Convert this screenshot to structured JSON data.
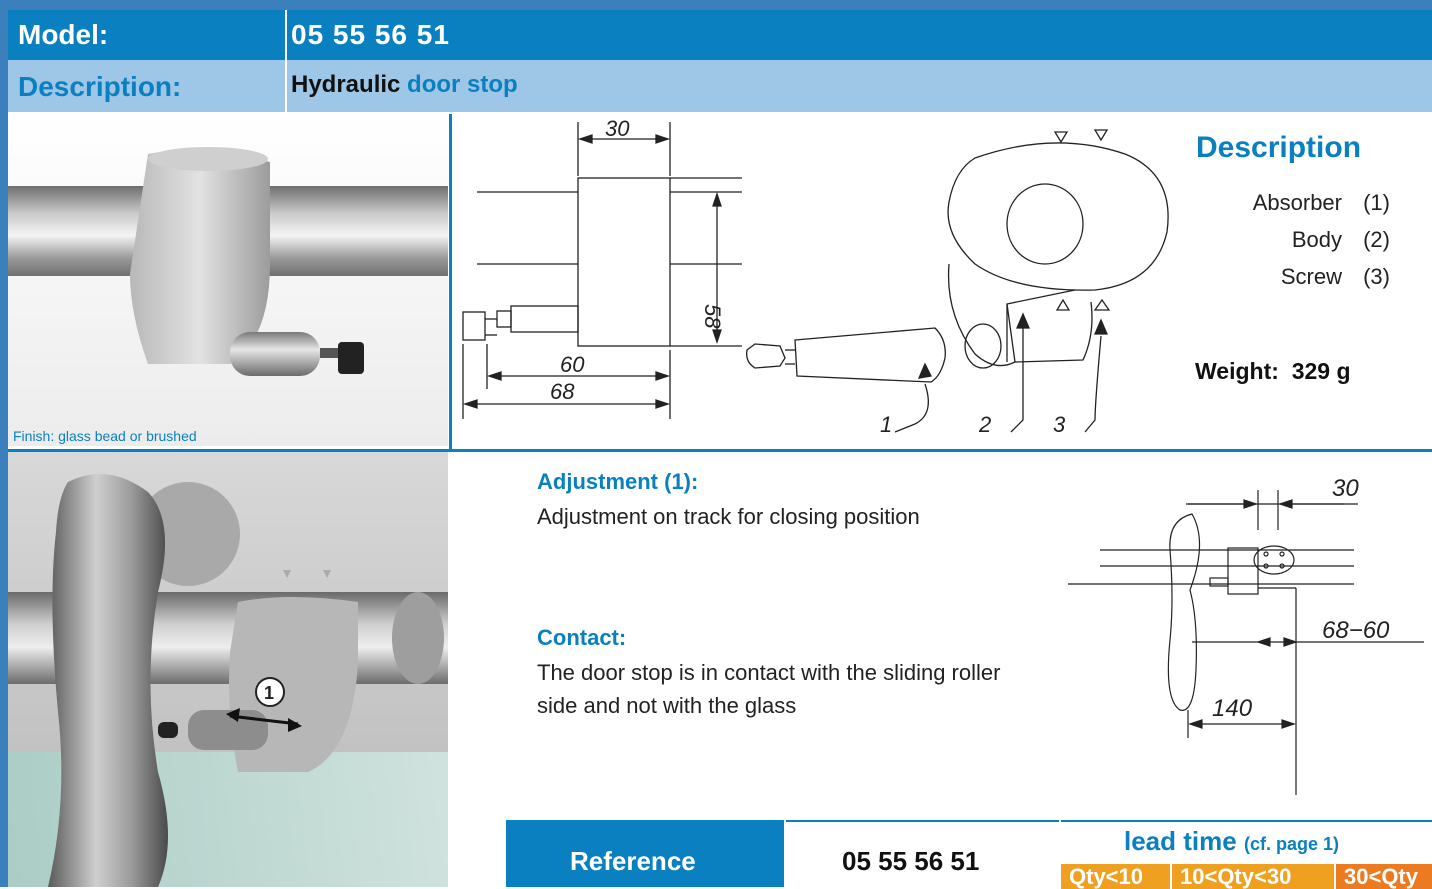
{
  "header": {
    "model_label": "Model:",
    "model_value": "05 55 56 51",
    "description_label": "Description:",
    "description_value_part1": "Hydraulic",
    "description_value_part2": "door stop"
  },
  "photo1": {
    "finish_text": "Finish: glass bead or brushed"
  },
  "drawing": {
    "dim_30": "30",
    "dim_58": "58",
    "dim_60": "60",
    "dim_68": "68",
    "callout_1": "1",
    "callout_2": "2",
    "callout_3": "3"
  },
  "photo2": {
    "badge": "1"
  },
  "description_panel": {
    "title": "Description",
    "items": [
      {
        "name": "Absorber",
        "num": "(1)"
      },
      {
        "name": "Body",
        "num": "(2)"
      },
      {
        "name": "Screw",
        "num": "(3)"
      }
    ],
    "weight_label": "Weight:",
    "weight_value": "329 g"
  },
  "adjustment": {
    "title": "Adjustment (1):",
    "text": "Adjustment on track for closing position"
  },
  "contact": {
    "title": "Contact:",
    "line1": "The door stop is in contact with the sliding roller",
    "line2": "side and not with the glass"
  },
  "drawing2": {
    "dim_30": "30",
    "dim_68_60": "68−60",
    "dim_140": "140"
  },
  "reference": {
    "label": "Reference",
    "value": "05 55 56 51",
    "lead_time": "lead time",
    "lead_time_note": "(cf. page 1)",
    "qty": [
      "Qty<10",
      "10<Qty<30",
      "30<Qty"
    ]
  }
}
